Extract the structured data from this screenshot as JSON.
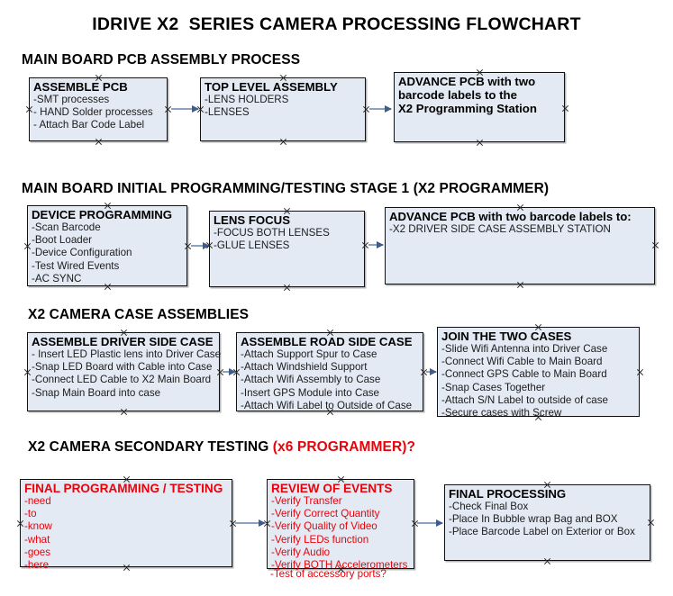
{
  "title": "IDRIVE X2  SERIES CAMERA PROCESSING FLOWCHART",
  "colors": {
    "box_fill": "#e4eaf4",
    "box_border": "#111111",
    "arrow": "#8ba3bf",
    "arrow_head": "#3e5d8c",
    "accent_red": "#e8030a",
    "text_black": "#000000"
  },
  "sections": [
    {
      "heading": "MAIN BOARD PCB ASSEMBLY PROCESS",
      "heading_accent": "",
      "boxes": [
        {
          "title": "ASSEMBLE PCB",
          "lines": [
            "-SMT processes",
            "- HAND Solder processes",
            "- Attach Bar Code Label"
          ]
        },
        {
          "title": "TOP LEVEL ASSEMBLY",
          "lines": [
            "-LENS HOLDERS",
            "-LENSES"
          ]
        },
        {
          "title": "ADVANCE PCB with two",
          "lines": [
            "barcode labels to the",
            " X2 Programming Station"
          ]
        }
      ]
    },
    {
      "heading": "MAIN BOARD INITIAL PROGRAMMING/TESTING STAGE 1 (X2 PROGRAMMER)",
      "heading_accent": "",
      "boxes": [
        {
          "title": "DEVICE PROGRAMMING",
          "lines": [
            "-Scan Barcode",
            "-Boot Loader",
            "-Device Configuration",
            "-Test Wired Events",
            "-AC SYNC"
          ]
        },
        {
          "title": "LENS FOCUS",
          "lines": [
            "-FOCUS BOTH LENSES",
            "-GLUE LENSES"
          ]
        },
        {
          "title": "ADVANCE PCB with two barcode labels to:",
          "lines": [
            "-X2 DRIVER  SIDE  CASE  ASSEMBLY STATION"
          ]
        }
      ]
    },
    {
      "heading": "X2 CAMERA CASE ASSEMBLIES",
      "heading_accent": "",
      "boxes": [
        {
          "title": "ASSEMBLE DRIVER SIDE CASE",
          "lines": [
            "- Insert LED Plastic lens into Driver Case",
            "-Snap LED Board with Cable into Case",
            "-Connect LED Cable to X2 Main Board",
            "-Snap Main Board into case"
          ]
        },
        {
          "title": "ASSEMBLE ROAD SIDE CASE",
          "lines": [
            "-Attach Support Spur to Case",
            "-Attach Windshield Support",
            "-Attach Wifi Assembly to Case",
            "-Insert GPS Module into Case",
            "-Attach Wifi Label to Outside of Case"
          ]
        },
        {
          "title": "JOIN THE TWO CASES",
          "lines": [
            "-Slide Wifi Antenna into Driver Case",
            "-Connect Wifi Cable to Main Board",
            "-Connect GPS Cable to Main Board",
            "-Snap Cases Together",
            "-Attach S/N Label to outside of case",
            "-Secure cases with Screw"
          ]
        }
      ]
    },
    {
      "heading": "X2 CAMERA SECONDARY TESTING ",
      "heading_accent": "(x6 PROGRAMMER)?",
      "boxes": [
        {
          "title": "FINAL PROGRAMMING / TESTING",
          "lines": [
            "-need",
            "-to",
            "-know",
            "-what",
            "-goes",
            "-here"
          ]
        },
        {
          "title": "REVIEW OF EVENTS",
          "lines": [
            "-Verify Transfer",
            "-Verify Correct Quantity",
            "-Verify Quality of Video",
            "-Verify LEDs function",
            "-Verify Audio",
            "-Verify BOTH Accelerometers"
          ],
          "overflow_line": "-Test of accessory ports?"
        },
        {
          "title": "FINAL PROCESSING",
          "lines": [
            " -Check Final Box",
            "-Place In Bubble wrap Bag and BOX",
            "-Place Barcode Label on Exterior or Box"
          ]
        }
      ]
    }
  ]
}
